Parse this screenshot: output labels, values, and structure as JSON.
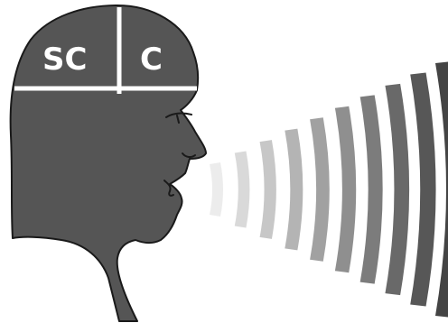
{
  "labels": {
    "left": "SC",
    "right": "C"
  },
  "colors": {
    "head_fill": "#555555",
    "outline": "#1a1a1a",
    "divider": "#ffffff",
    "label_text": "#ffffff",
    "wave_near": "#ececec",
    "wave_far": "#444444"
  },
  "waves": {
    "count": 10
  }
}
